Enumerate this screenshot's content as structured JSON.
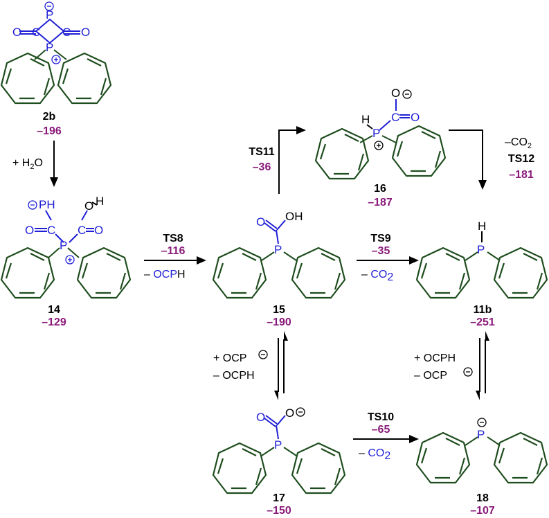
{
  "compounds": {
    "c2b": {
      "label": "2b",
      "energy": "–196"
    },
    "c14": {
      "label": "14",
      "energy": "–129"
    },
    "c15": {
      "label": "15",
      "energy": "–190"
    },
    "c16": {
      "label": "16",
      "energy": "–187"
    },
    "c11b": {
      "label": "11b",
      "energy": "–251"
    },
    "c17": {
      "label": "17",
      "energy": "–150"
    },
    "c18": {
      "label": "18",
      "energy": "–107"
    }
  },
  "transition_states": {
    "ts8": {
      "label": "TS8",
      "energy": "–116"
    },
    "ts9": {
      "label": "TS9",
      "energy": "–35"
    },
    "ts10": {
      "label": "TS10",
      "energy": "–65"
    },
    "ts11": {
      "label": "TS11",
      "energy": "–36"
    },
    "ts12": {
      "label": "TS12",
      "energy": "–181"
    }
  },
  "conditions": {
    "water_prefix": "+ H",
    "water_sub": "2",
    "water_suffix": "O",
    "ts8_prefix": "– ",
    "ts8_blue": "OCP",
    "ts8_suffix": "H",
    "ts9_prefix": "– ",
    "ts9_blue": "CO",
    "ts9_sub": "2",
    "ts10_prefix": "– ",
    "ts10_blue": "CO",
    "ts10_sub": "2",
    "ts12_text": "–CO",
    "ts12_sub": "2",
    "eq1_top": "+ OCP",
    "eq1_bottom": "– OCPH",
    "eq2_top": "+ OCPH",
    "eq2_bottom": "– OCP"
  },
  "atoms": {
    "P": "P",
    "C": "C",
    "O": "O",
    "H": "H",
    "PH": "PH",
    "OH": "OH",
    "minus": "−",
    "plus": "+"
  },
  "colors": {
    "ring_green": "#1e4d1e",
    "atom_blue": "#1f1fd6",
    "energy_purple": "#8a1a7a"
  }
}
